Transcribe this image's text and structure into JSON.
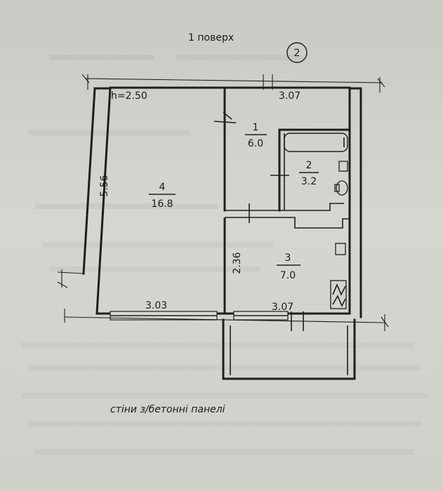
{
  "header": {
    "floor_label": "1 поверх",
    "sheet_number": "2"
  },
  "ceiling_height": "h=2.50",
  "rooms": [
    {
      "id": "room-1",
      "number": "1",
      "area": "6.0"
    },
    {
      "id": "room-2",
      "number": "2",
      "area": "3.2"
    },
    {
      "id": "room-3",
      "number": "3",
      "area": "7.0"
    },
    {
      "id": "room-4",
      "number": "4",
      "area": "16.8"
    }
  ],
  "dimensions": {
    "top_right": "3.07",
    "left_height": "5.56",
    "bottom_left": "3.03",
    "bottom_right": "3.07",
    "room3_height": "2.36"
  },
  "footer_note": "стіни з/бетонні панелі"
}
